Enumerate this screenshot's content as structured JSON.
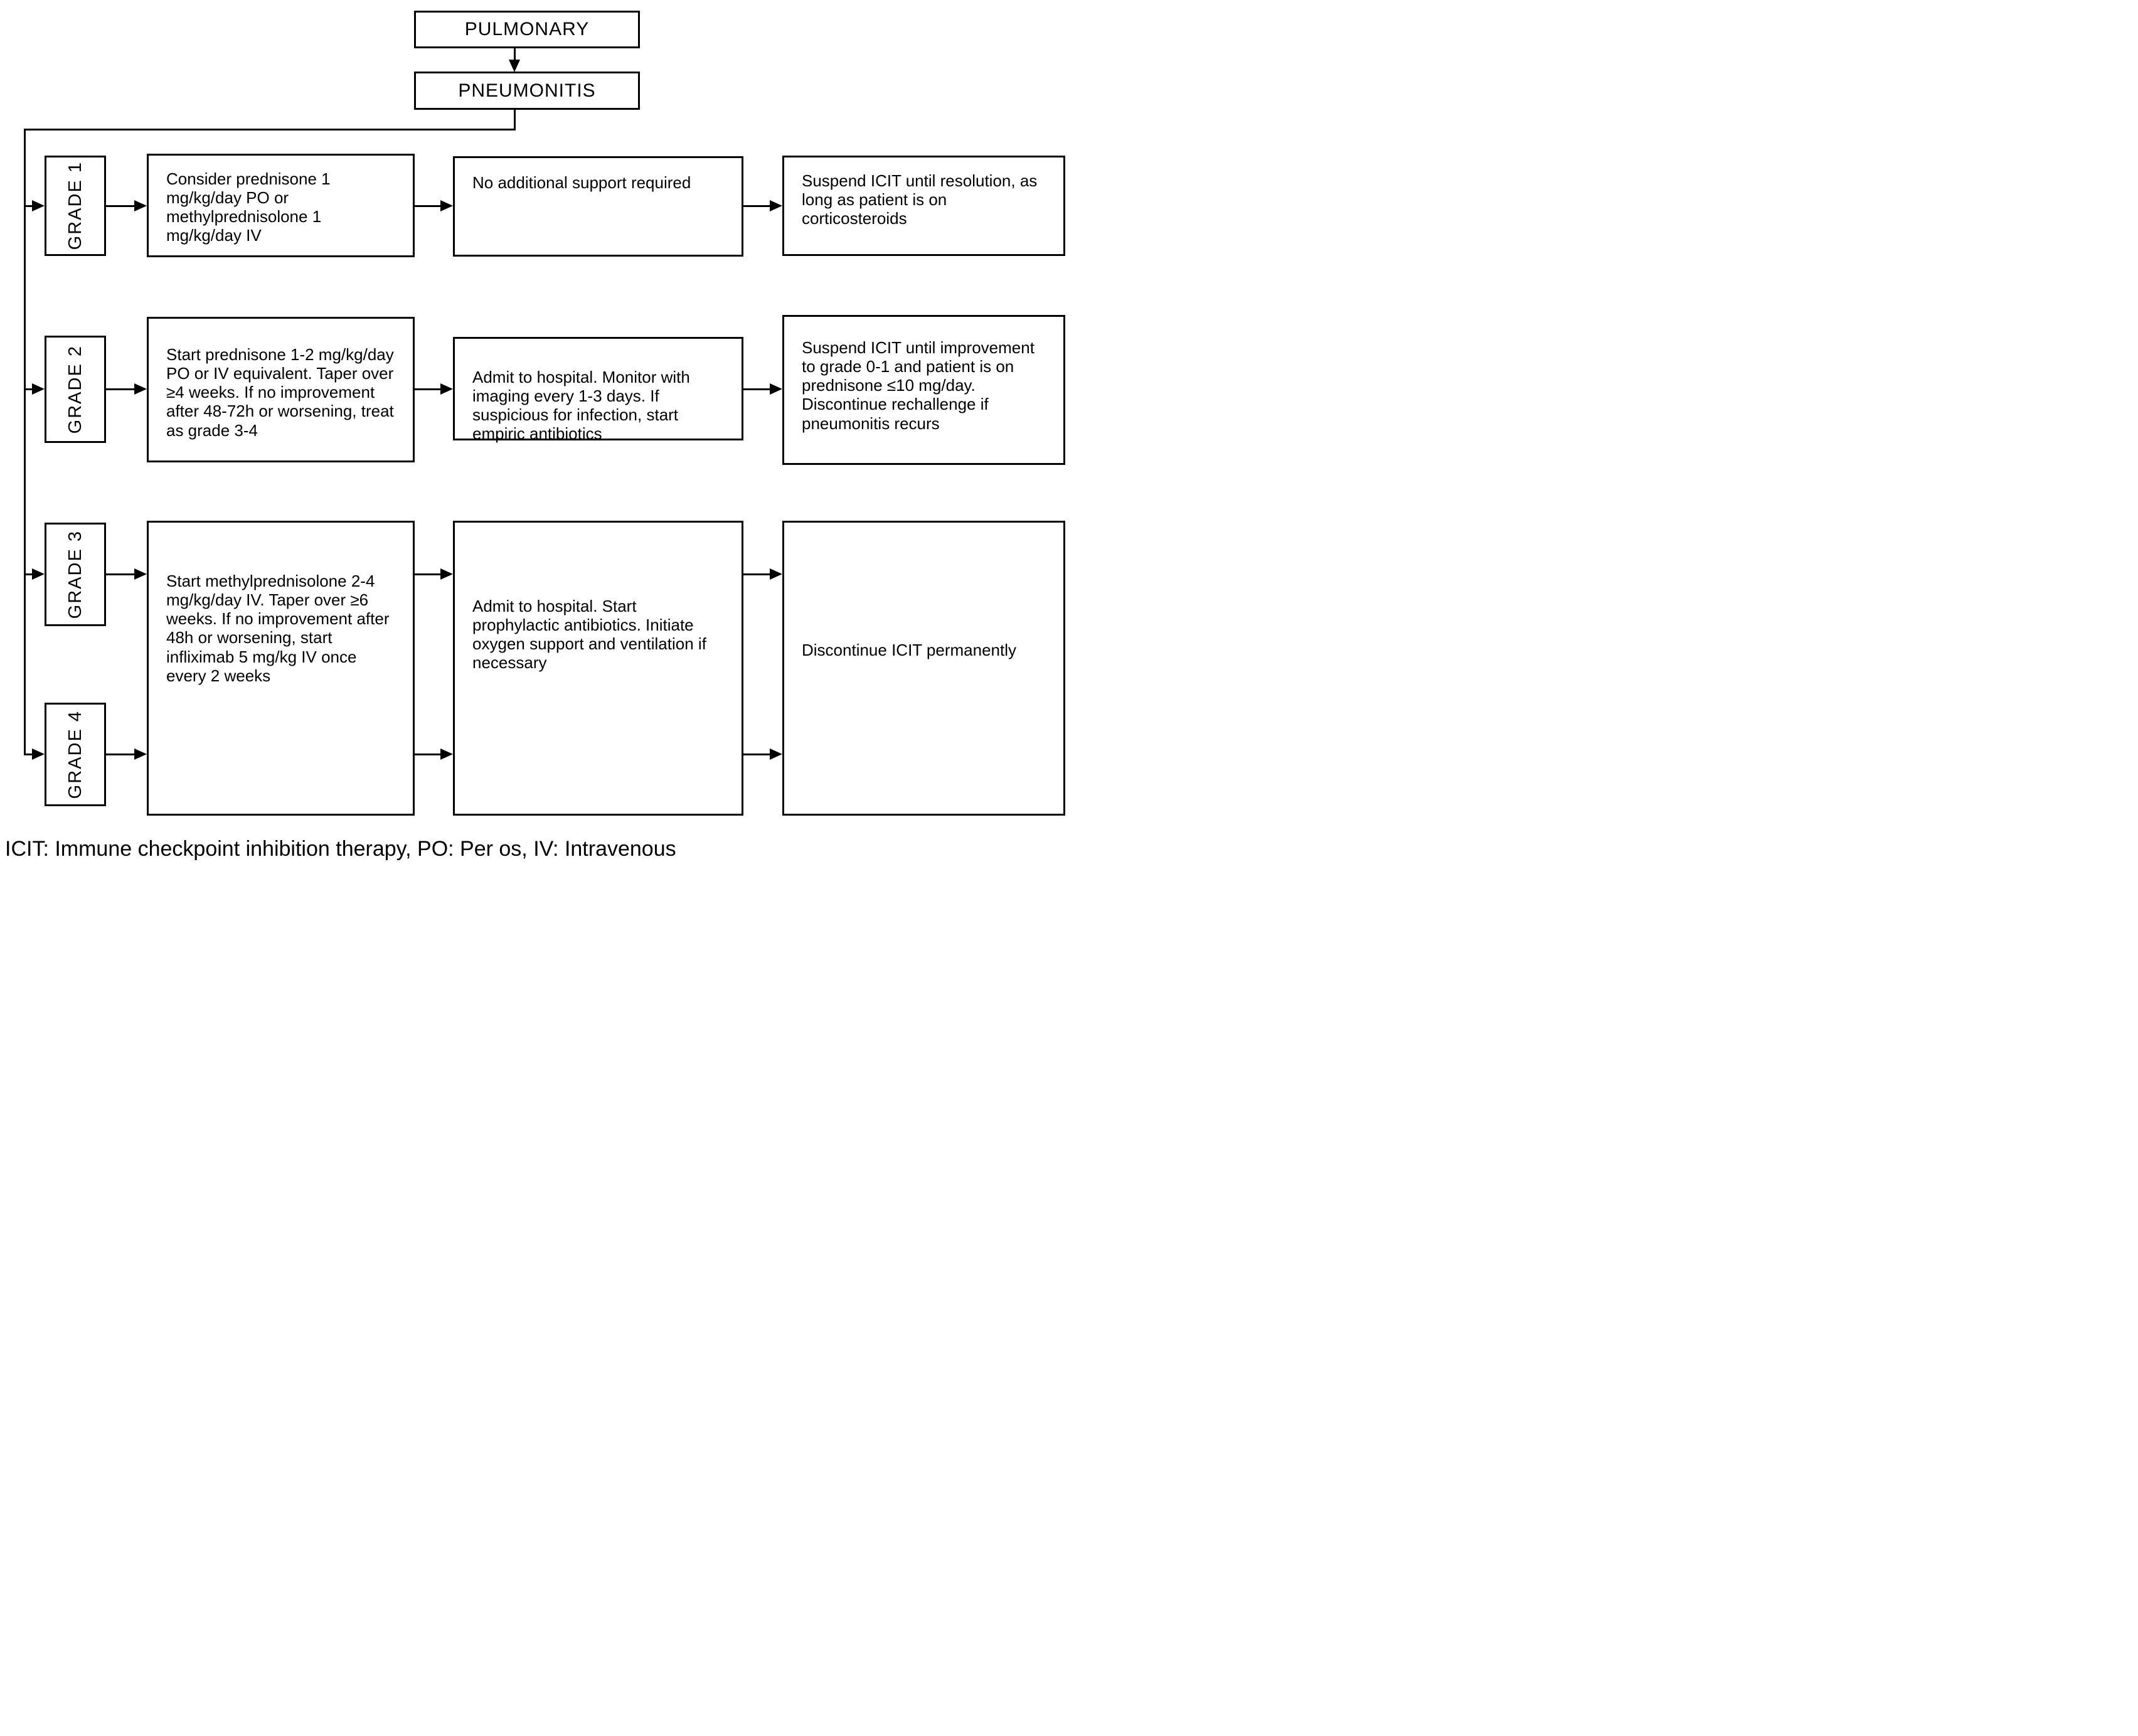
{
  "nodes": {
    "pulmonary": "PULMONARY",
    "pneumonitis": "PNEUMONITIS"
  },
  "grade_labels": [
    "GRADE 1",
    "GRADE 2",
    "GRADE 3",
    "GRADE 4"
  ],
  "cells": {
    "grade1_col1": "Consider prednisone 1 mg/kg/day PO or methylprednisolone 1 mg/kg/day IV",
    "grade1_col2": "No additional support required",
    "grade1_col3": "Suspend ICIT until resolution, as long as patient is on corticosteroids",
    "grade2_col1": "Start prednisone 1-2 mg/kg/day PO or IV equivalent. Taper over ≥4 weeks. If no improvement after 48-72h or worsening, treat as grade 3-4",
    "grade2_col2": "Admit to hospital. Monitor with imaging every 1-3 days. If suspicious for infection, start empiric antibiotics",
    "grade2_col3": "Suspend ICIT until improvement to grade 0-1 and patient is on prednisone ≤10 mg/day. Discontinue rechallenge if pneumonitis recurs",
    "grade34_col1": "Start methylprednisolone 2-4 mg/kg/day IV. Taper over ≥6 weeks. If no improvement after 48h or worsening, start infliximab 5 mg/kg IV once every 2 weeks",
    "grade34_col2": "Admit to hospital. Start prophylactic antibiotics. Initiate oxygen support and ventilation if necessary",
    "grade34_col3": "Discontinue ICIT permanently"
  },
  "legend": "ICIT: Immune checkpoint inhibition therapy, PO: Per os, IV: Intravenous",
  "colors": {
    "line": "#000000",
    "box_border": "#000000",
    "background": "#ffffff",
    "text": "#000000"
  }
}
